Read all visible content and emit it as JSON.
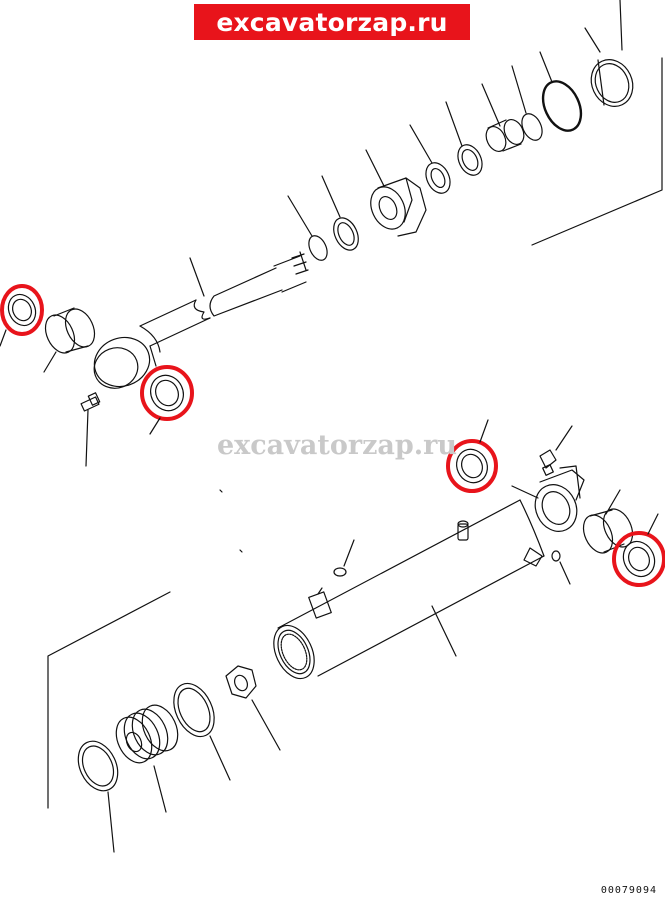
{
  "banner": {
    "text": "excavatorzap.ru",
    "color": "#e8141b"
  },
  "watermark": {
    "text": "excavatorzap.ru"
  },
  "drawing_number": "00079094",
  "colors": {
    "line": "#111111",
    "highlight": "#e8141b",
    "background": "#ffffff"
  }
}
